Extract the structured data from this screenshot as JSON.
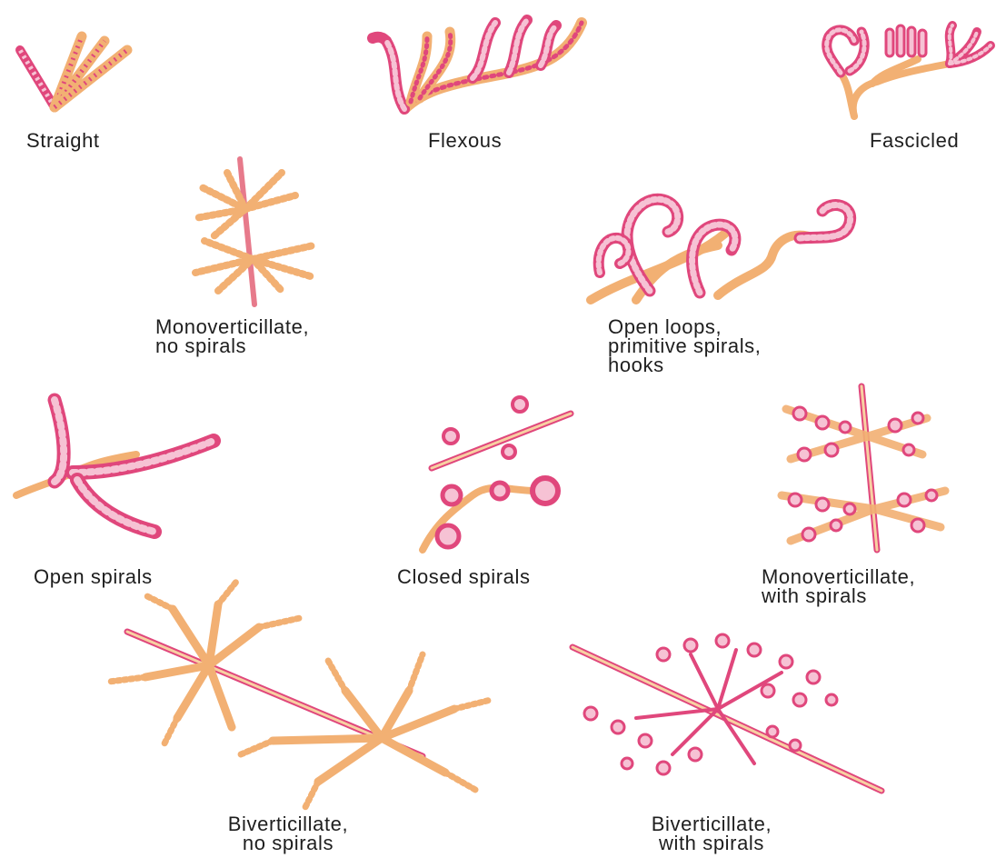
{
  "colors": {
    "filament_pink": "#e0477c",
    "filament_fill": "#f6c2d4",
    "stalk_tan": "#f2b073",
    "stalk_light": "#f8d0a2"
  },
  "forms": [
    {
      "id": "straight",
      "lines": [
        "Straight"
      ]
    },
    {
      "id": "flexous",
      "lines": [
        "Flexous"
      ]
    },
    {
      "id": "fascicled",
      "lines": [
        "Fascicled"
      ]
    },
    {
      "id": "monoverticillate-no-spirals",
      "lines": [
        "Monoverticillate,",
        "no spirals"
      ]
    },
    {
      "id": "open-loops",
      "lines": [
        "Open loops,",
        "primitive spirals,",
        "hooks"
      ]
    },
    {
      "id": "open-spirals",
      "lines": [
        "Open spirals"
      ]
    },
    {
      "id": "closed-spirals",
      "lines": [
        "Closed spirals"
      ]
    },
    {
      "id": "monoverticillate-with-spirals",
      "lines": [
        "Monoverticillate,",
        "with spirals"
      ]
    },
    {
      "id": "biverticillate-no-spirals",
      "lines": [
        "Biverticillate,",
        "no spirals"
      ]
    },
    {
      "id": "biverticillate-with-spirals",
      "lines": [
        "Biverticillate,",
        "with spirals"
      ]
    }
  ]
}
